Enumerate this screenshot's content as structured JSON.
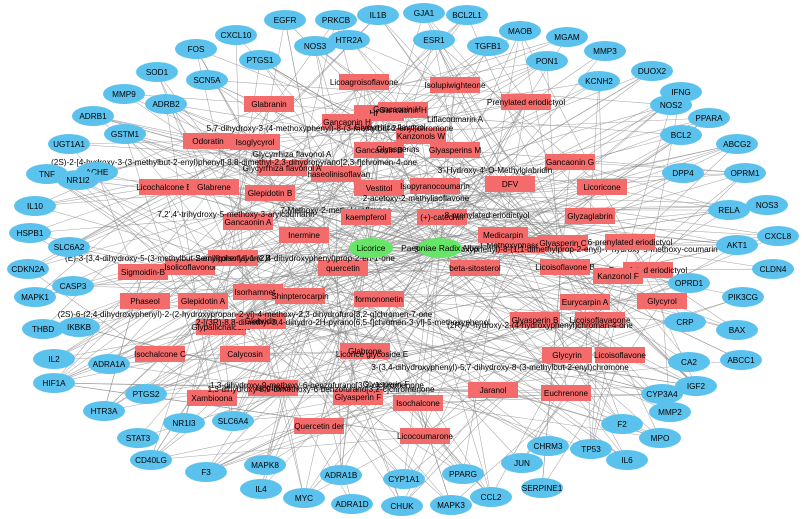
{
  "colors": {
    "target": "#5bc2ee",
    "compound": "#f36b6b",
    "herb": "#66e566",
    "edge": "#8a8a8a"
  },
  "herbs": [
    "Licorice",
    "Paeoniae Radix Alba"
  ],
  "targets": [
    "EGFR",
    "PRKCB",
    "IL1B",
    "GJA1",
    "BCL2L1",
    "CXCL10",
    "HTR2A",
    "ESR1",
    "MAOB",
    "FOS",
    "PTGS1",
    "NOS3",
    "TGFB1",
    "MGAM",
    "SOD1",
    "SCN5A",
    "PON1",
    "MMP3",
    "DUOX2",
    "MMP9",
    "KCNH2",
    "ADRB2",
    "IFNG",
    "ADRB1",
    "GSTM1",
    "NOS2",
    "PPARA",
    "UGT1A1",
    "BCL2",
    "ABCG2",
    "ACHE",
    "TNF",
    "DPP4",
    "OPRM1",
    "NR1I2",
    "IL10",
    "RELA",
    "NOS3",
    "HSPB1",
    "SLC6A2",
    "AKT1",
    "CXCL8",
    "CDKN2A",
    "CLDN4",
    "CASP3",
    "MAPK1",
    "PIK3CG",
    "OPRD1",
    "THBD",
    "IKBKB",
    "CRP",
    "BAX",
    "IL2",
    "ADRA1A",
    "ABCC1",
    "CA2",
    "HIF1A",
    "PTGS2",
    "IGF2",
    "HTR3A",
    "CYP3A4",
    "MMP2",
    "STAT3",
    "NR1I3",
    "F2",
    "MPO",
    "CD40LG",
    "SLC6A4",
    "IL6",
    "F3",
    "MAPK8",
    "IL4",
    "MYC",
    "ADRA1B",
    "CYP1A1",
    "CHRM3",
    "TP53",
    "PPARG",
    "JUN",
    "SERPINE1",
    "ADRA1D",
    "CHUK",
    "MAPK3",
    "CCL2"
  ],
  "compounds": [
    "Licoagroisoflavone",
    "Isolupiwighteone",
    "Glabranin",
    "HMO",
    "Gancaonin H",
    "Prenylated eriodictyol",
    "Odoratin",
    "Isoglycyrol",
    "Gancaonin B",
    "Kanzonols W",
    "Glyasperins M",
    "Gancaonin G",
    "Phaseolinisoflavan",
    "Glycyrrhiza flavonol A",
    "Licochalcone B",
    "Glabrene",
    "Glepidotin B",
    "Vestitol",
    "Isopyranocoumarin",
    "DFV",
    "Licoricone",
    "7-Methoxy-2-methyl isoflavone",
    "3'-Hydroxy-4'-O-Methylglabridin",
    "Gancaonin A",
    "(+)-catechin",
    "kaempferol",
    "Glyzaglabrin",
    "Inermine",
    "1-Methoxyphaseollidin",
    "Medicarpin",
    "Glyasperin C",
    "Sigmoidin-B",
    "Isolicoflavonol",
    "Semilicoisoflavone B",
    "quercetin",
    "beta-sitosterol",
    "Licoisoflavone B",
    "Phaseol",
    "Glepidotin A",
    "Prenylated eriodictyol",
    "Kanzonol F",
    "Isorhamnetin",
    "Shinpterocarpin",
    "formononetin",
    "Eurycarpin A",
    "Glycyrol",
    "Glypallichalcone",
    "Glabridin",
    "Glyasperin B",
    "Isochalcone C",
    "Calycosin",
    "Licoisoflavone",
    "Isotrifoliol",
    "Glabrone",
    "Glycyrin",
    "Euchrenone",
    "Jaranol",
    "Xambioona",
    "Quercetin der",
    "Glyasperin F",
    "Isochalcone",
    "Licocoumarone",
    "(2S)-2-[4-hydroxy-3-(3-methylbut-2-enyl)phenyl]-8,8-dimethyl-2,3-dihydropyrano[2,3-f]chromen-4-one",
    "7,2',4'-trihydroxy-5-methoxy-3-arylcoumarin",
    "(E)-3-[3,4-dihydroxy-5-(3-methylbut-2-enyl)phenyl]-1-(2,4-dihydroxyphenyl)prop-2-en-1-one",
    "(2S)-6-(2,4-dihydroxyphenyl)-2-(2-hydroxypropan-2-yl)-4-methoxy-2,3-dihydrofuro[3,2-g]chromen-7-one",
    "2-[(3R)-8,8-dimethyl-3,4-dihydro-2H-pyrano[6,5-f]chromen-3-yl]-5-methoxyphenol",
    "1,3-dihydroxy-8,9-dimethoxy-6-benzofurano[3,2-c]chromenone",
    "3-(2,4-dihydroxyphenyl)-8-(1,1-dimethylprop-2-enyl)-7-hydroxy-5-methoxy-coumarin",
    "6-prenylated eriodictyol",
    "Licoisoflavanone",
    "Gancaonin H"
  ],
  "overlay_labels": [
    "Liflacoumarin A",
    "Glycyrrhiza flavonol A",
    "5,7-dihydroxy-3-(4-methoxyphenyl)-8-(3-methylbut-2-enyl)chromone",
    "Glycyrrhiza flavonol",
    "1,3-dihydroxy-9-methoxy-6-benzofurano[3,2-c]chromenone",
    "2-acetoxy-2-methylisoflavone",
    "8-prenylated eriodictyol",
    "Glyasperins",
    "Licorice glycoside E",
    "3-(3,4-dihydroxyphenyl)-5,7-dihydroxy-8-(3-methylbut-2-enyl)chromone",
    "Glyasperin F",
    "Gancaonin H",
    "(2R)-7-hydroxy-2-(4-hydroxyphenyl)chroman-4-one"
  ]
}
